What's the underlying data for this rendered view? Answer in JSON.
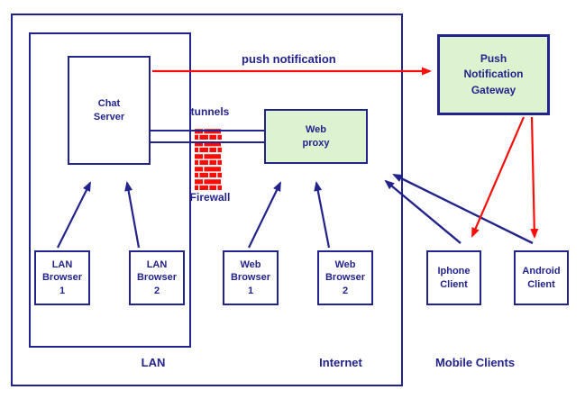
{
  "diagram": {
    "nodes": {
      "chat_server": "Chat\nServer",
      "web_proxy": "Web\nproxy",
      "push_notification_gateway": "Push\nNotification\nGateway",
      "lan_browser_1": "LAN\nBrowser\n1",
      "lan_browser_2": "LAN\nBrowser\n2",
      "web_browser_1": "Web\nBrowser\n1",
      "web_browser_2": "Web\nBrowser\n2",
      "iphone_client": "Iphone\nClient",
      "android_client": "Android\nClient"
    },
    "annotations": {
      "push_notification": "push notification",
      "tunnels": "tunnels",
      "firewall": "Firewall"
    },
    "zones": {
      "lan": "LAN",
      "internet": "Internet",
      "mobile_clients": "Mobile Clients"
    },
    "edges": [
      {
        "from": "chat_server",
        "to": "push_notification_gateway",
        "label": "push notification",
        "color": "red"
      },
      {
        "from": "chat_server",
        "to": "web_proxy",
        "label": "tunnels",
        "color": "navy",
        "style": "double-line-through-firewall"
      },
      {
        "from": "lan_browser_1",
        "to": "chat_server",
        "color": "navy"
      },
      {
        "from": "lan_browser_2",
        "to": "chat_server",
        "color": "navy"
      },
      {
        "from": "web_browser_1",
        "to": "web_proxy",
        "color": "navy"
      },
      {
        "from": "web_browser_2",
        "to": "web_proxy",
        "color": "navy"
      },
      {
        "from": "iphone_client",
        "to": "web_proxy",
        "color": "navy"
      },
      {
        "from": "android_client",
        "to": "web_proxy",
        "color": "navy"
      },
      {
        "from": "push_notification_gateway",
        "to": "iphone_client",
        "color": "red"
      },
      {
        "from": "push_notification_gateway",
        "to": "android_client",
        "color": "red"
      }
    ],
    "colors": {
      "line_navy": "#23238C",
      "arrow_red": "#F90D09",
      "node_green_fill": "#DDF2CE",
      "node_white_fill": "#FFFFFF"
    }
  }
}
